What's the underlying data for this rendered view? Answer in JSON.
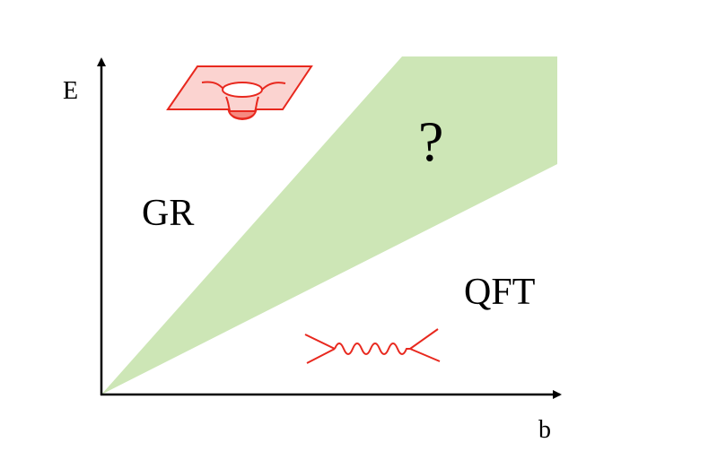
{
  "axes": {
    "y_label": "E",
    "x_label": "b"
  },
  "regions": {
    "gr": "GR",
    "qft": "QFT",
    "unknown": "?"
  },
  "colors": {
    "band": "#cde6b6",
    "icon": "#e8281e",
    "icon_fill": "#fbd3d0",
    "axis": "#000000"
  }
}
